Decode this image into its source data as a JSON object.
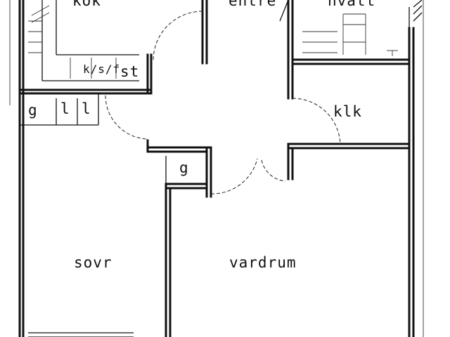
{
  "plan": {
    "rooms": {
      "kitchen": "kök",
      "hall": "entré",
      "bathroom": "hvatt",
      "stove": "st",
      "fridge_freezer": "k/s/f",
      "wardrobe_label_1": "g",
      "wardrobe_label_2": "l",
      "wardrobe_label_3": "l",
      "wardrobe_label_4": "g",
      "closet": "klk",
      "bedroom": "sovr",
      "living_room": "vardrum"
    }
  }
}
